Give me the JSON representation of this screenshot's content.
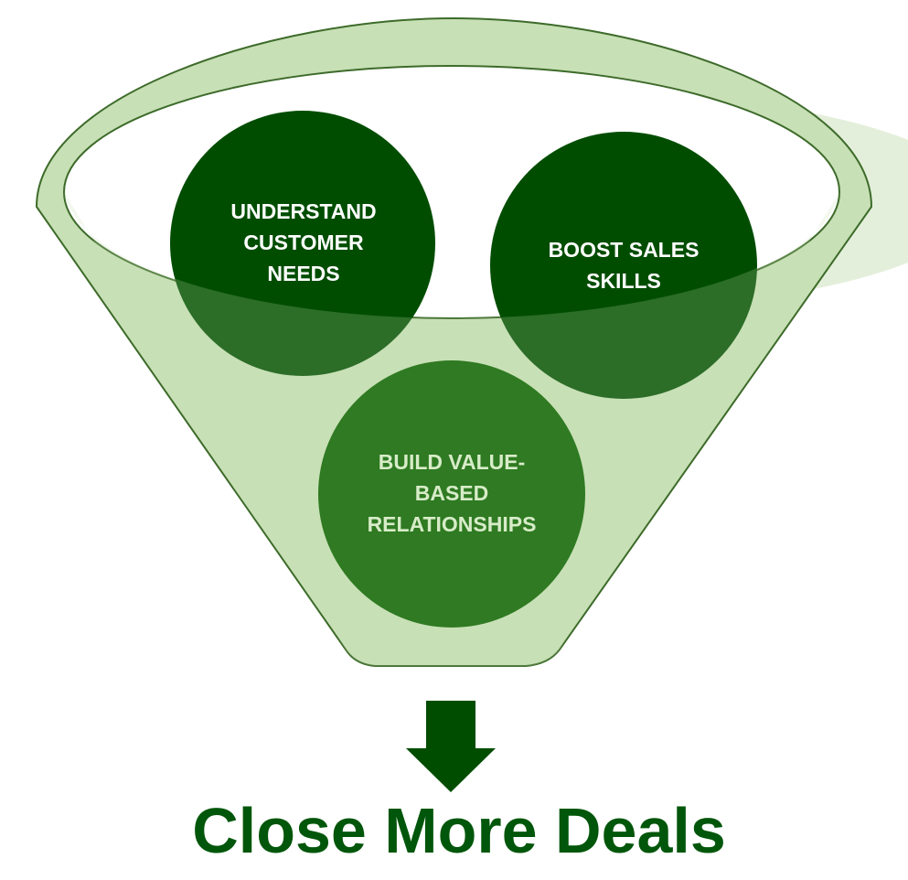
{
  "colors": {
    "funnel_fill": "#c8e0b6",
    "funnel_stroke": "#3d6b2a",
    "rim_shadow": "#e4efdb",
    "circle_dark": "#004d00",
    "circle_mid": "#2f7a22",
    "circle_text_light": "#ffffff",
    "circle_text_muted": "#d7ecc8",
    "arrow": "#004d00",
    "outcome_text": "#00560a"
  },
  "circles": [
    {
      "lines": [
        "UNDERSTAND",
        "CUSTOMER",
        "NEEDS"
      ]
    },
    {
      "lines": [
        "BOOST SALES",
        "SKILLS"
      ]
    },
    {
      "lines": [
        "BUILD VALUE-",
        "BASED",
        "RELATIONSHIPS"
      ]
    }
  ],
  "arrow_icon": "down-arrow-icon",
  "outcome": "Close More Deals"
}
